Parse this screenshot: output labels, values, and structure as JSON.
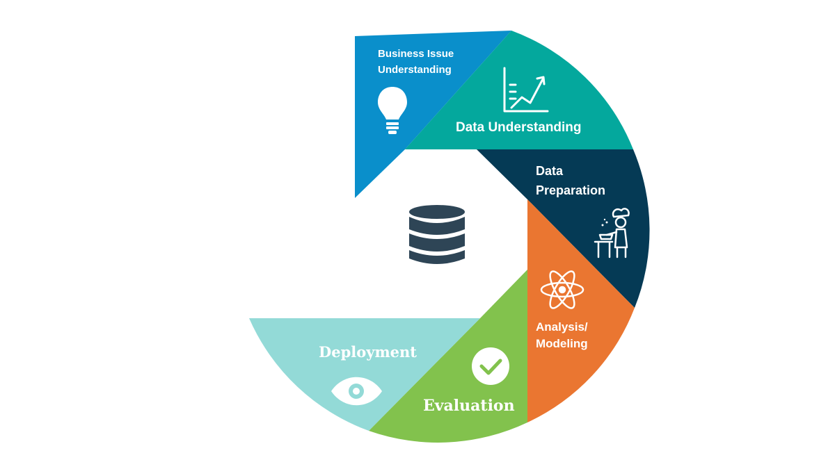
{
  "diagram": {
    "center_icon": "database-icon",
    "stages": [
      {
        "id": "business",
        "lines": [
          "Business Issue",
          "Understanding"
        ],
        "icon": "lightbulb-icon",
        "color": "#0a8fcb"
      },
      {
        "id": "data-understanding",
        "lines": [
          "Data Understanding"
        ],
        "icon": "line-chart-icon",
        "color": "#04a89d"
      },
      {
        "id": "data-preparation",
        "lines": [
          "Data",
          "Preparation"
        ],
        "icon": "chef-icon",
        "color": "#053a55"
      },
      {
        "id": "analysis",
        "lines": [
          "Analysis/",
          "Modeling"
        ],
        "icon": "atom-icon",
        "color": "#ea7631"
      },
      {
        "id": "evaluation",
        "lines": [
          "Evaluation"
        ],
        "icon": "checkmark-icon",
        "color": "#82c24d"
      },
      {
        "id": "deployment",
        "lines": [
          "Deployment"
        ],
        "icon": "eye-icon",
        "color": "#93dad7"
      }
    ]
  }
}
